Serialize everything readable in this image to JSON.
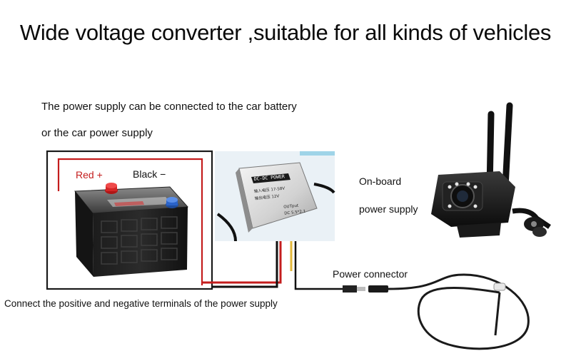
{
  "headline": "Wide voltage converter ,suitable for all kinds of vehicles",
  "captions": {
    "supply_line1": "The power supply can be connected to the car battery",
    "supply_line2": "or the car power supply",
    "onboard_line1": "On-board",
    "onboard_line2": "power supply",
    "power_connector": "Power connector",
    "connect_terminals": "Connect the positive and negative terminals of the power supply"
  },
  "labels": {
    "red": "Red +",
    "black": "Black −"
  },
  "converter": {
    "brand": "DC-DC POWER",
    "spec_input": "输入电压 17-58V",
    "spec_output": "输出电压 12V",
    "output_label": "OUTput",
    "output_value": "DC 5.5*2.1"
  },
  "colors": {
    "positive": "#c41d1d",
    "negative": "#2a63c9",
    "wire_yellow": "#e3b73a"
  }
}
